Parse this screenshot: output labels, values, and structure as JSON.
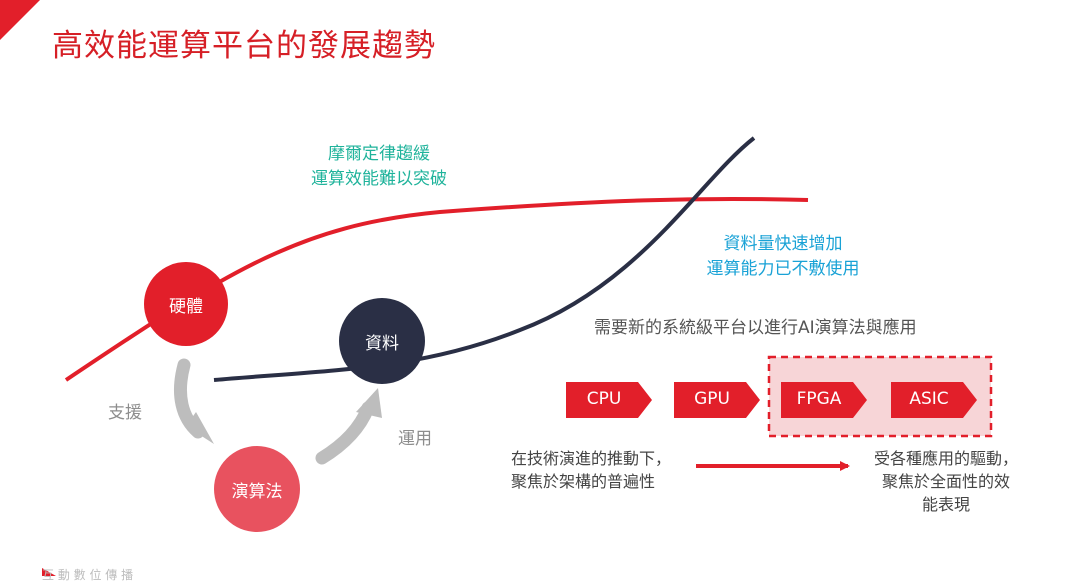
{
  "page": {
    "title": "高效能運算平台的發展趨勢",
    "footer": "互 動 數 位 傳 播"
  },
  "curves": {
    "red_note_line1": "摩爾定律趨緩",
    "red_note_line2": "運算效能難以突破",
    "dark_note_line1": "資料量快速增加",
    "dark_note_line2": "運算能力已不敷使用"
  },
  "nodes": {
    "hardware": "硬體",
    "data": "資料",
    "algorithm": "演算法"
  },
  "arrows": {
    "support": "支援",
    "apply": "運用"
  },
  "platform": {
    "heading": "需要新的系統級平台以進行AI演算法與應用",
    "chips": [
      "CPU",
      "GPU",
      "FPGA",
      "ASIC"
    ],
    "left_line1": "在技術演進的推動下，",
    "left_line2": "聚焦於架構的普遍性",
    "right_line1": "受各種應用的驅動，",
    "right_line2": "聚焦於全面性的效",
    "right_line3": "能表現"
  },
  "colors": {
    "brand_red": "#e21f2a",
    "navy": "#2a2f45",
    "pink": "#e8525f",
    "green": "#1fb39b",
    "blue": "#19a2d6"
  }
}
